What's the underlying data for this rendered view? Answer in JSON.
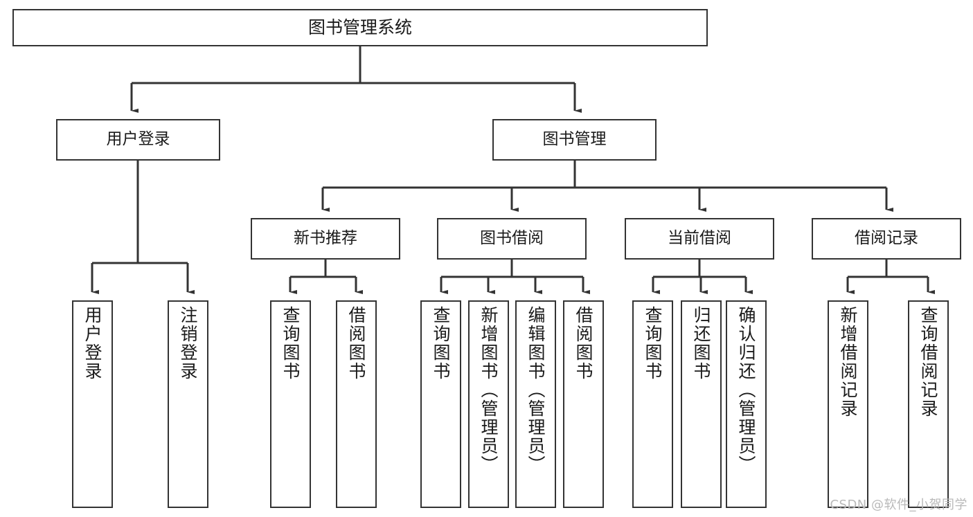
{
  "diagram": {
    "title": "图书管理系统",
    "type": "tree-hierarchy",
    "watermark": "CSDN @软件_小贺同学",
    "colors": {
      "box_border": "#333333",
      "box_fill": "#ffffff",
      "edge": "#333333",
      "text": "#1a1a1a",
      "watermark": "#b9b9b9"
    },
    "root": {
      "label": "图书管理系统"
    },
    "level2": [
      {
        "id": "user-login",
        "label": "用户登录"
      },
      {
        "id": "book-manage",
        "label": "图书管理"
      }
    ],
    "level3": [
      {
        "id": "new-book-recommend",
        "label": "新书推荐"
      },
      {
        "id": "book-borrow",
        "label": "图书借阅"
      },
      {
        "id": "current-borrow",
        "label": "当前借阅"
      },
      {
        "id": "borrow-record",
        "label": "借阅记录"
      }
    ],
    "leaves": {
      "user_login": [
        {
          "id": "leaf-user-login",
          "label": "用户登录"
        },
        {
          "id": "leaf-logout",
          "label": "注销登录"
        }
      ],
      "new_book_recommend": [
        {
          "id": "leaf-query-book-1",
          "label": "查询图书"
        },
        {
          "id": "leaf-borrow-book-1",
          "label": "借阅图书"
        }
      ],
      "book_borrow": [
        {
          "id": "leaf-query-book-2",
          "label": "查询图书"
        },
        {
          "id": "leaf-add-book",
          "label": "新增图书（管理员）"
        },
        {
          "id": "leaf-edit-book",
          "label": "编辑图书（管理员）"
        },
        {
          "id": "leaf-borrow-book-2",
          "label": "借阅图书"
        }
      ],
      "current_borrow": [
        {
          "id": "leaf-query-book-3",
          "label": "查询图书"
        },
        {
          "id": "leaf-return-book",
          "label": "归还图书"
        },
        {
          "id": "leaf-confirm-return",
          "label": "确认归还（管理员）"
        }
      ],
      "borrow_record": [
        {
          "id": "leaf-add-record",
          "label": "新增借阅记录"
        },
        {
          "id": "leaf-query-record",
          "label": "查询借阅记录"
        }
      ]
    }
  }
}
